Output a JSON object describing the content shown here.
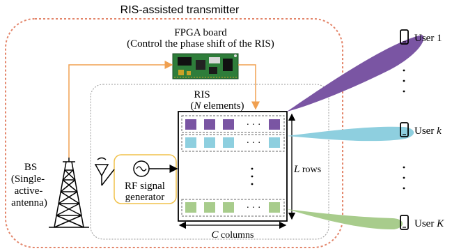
{
  "transmitter": {
    "title": "RIS-assisted transmitter",
    "border_color": "#e3856a"
  },
  "fpga": {
    "title": "FPGA board",
    "subtitle": "(Control the phase shift of the RIS)",
    "board_color": "#2e7d3a"
  },
  "ris": {
    "title": "RIS",
    "subtitle_prefix": "(",
    "subtitle_var": "N",
    "subtitle_suffix": " elements)",
    "rows_var": "L",
    "rows_text": " rows",
    "cols_var": "C",
    "cols_text": " columns",
    "dots": "· · ·"
  },
  "bs": {
    "line1": "BS",
    "line2": "(Single-",
    "line3": "active-",
    "line4": "antenna)"
  },
  "rf": {
    "line1": "RF signal",
    "line2": "generator",
    "border_color": "#f1c24c"
  },
  "users": [
    {
      "prefix": "User ",
      "index": "1",
      "italic": false,
      "color": "#7a55a3"
    },
    {
      "prefix": "User ",
      "index": "k",
      "italic": true,
      "color": "#8ecfdf"
    },
    {
      "prefix": "User ",
      "index": "K",
      "italic": true,
      "color": "#a8cc8c"
    }
  ],
  "colors": {
    "arrow": "#f0a050",
    "row_purple": "#7a55a3",
    "row_cyan": "#8ecfdf",
    "row_green": "#a8cc8c"
  }
}
